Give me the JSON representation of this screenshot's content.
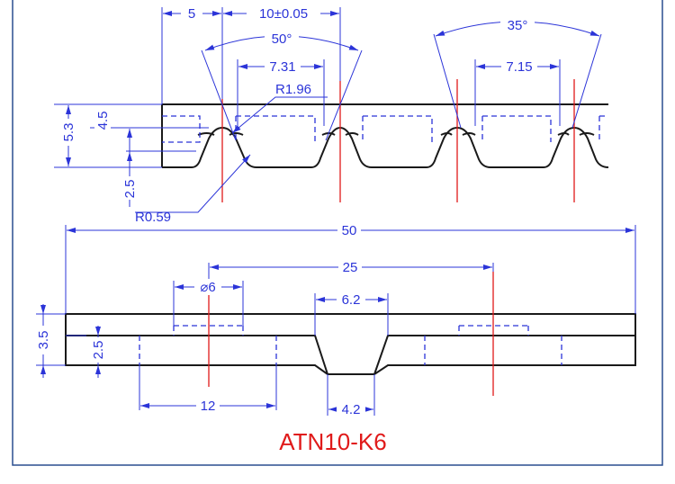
{
  "colors": {
    "outline": "#1a1a1a",
    "dimension": "#2b34d8",
    "centerline": "#e01a1a",
    "frame": "#2a4f8f",
    "title": "#e01a1a"
  },
  "title": "ATN10-K6",
  "top_view": {
    "dim_5": "5",
    "dim_pitch": "10±0.05",
    "dim_angle_50": "50°",
    "dim_angle_35": "35°",
    "dim_7_31": "7.31",
    "dim_7_15": "7.15",
    "dim_r1_96": "R1.96",
    "dim_r0_59": "R0.59",
    "dim_5_3": "5.3",
    "dim_4_5": "4.5",
    "dim_2_5": "2.5"
  },
  "bottom_view": {
    "dim_50": "50",
    "dim_25": "25",
    "dim_phi6": "⌀6",
    "dim_6_2": "6.2",
    "dim_4_2": "4.2",
    "dim_12": "12",
    "dim_3_5": "3.5",
    "dim_2_5": "2.5"
  }
}
